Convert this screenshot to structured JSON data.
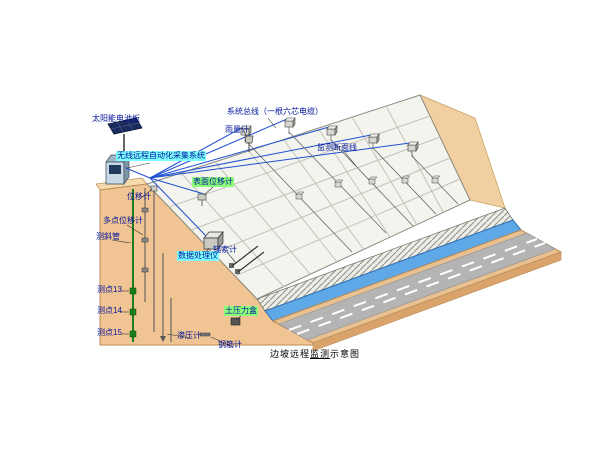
{
  "diagram": {
    "labels": {
      "solar_panel": "太阳能电池板",
      "system_bus": "系统总线（一根六芯电缆）",
      "rain_gauge": "雨量计",
      "monitor_section": "监测断面线",
      "wireless_system": "无线远程自动化采集系统",
      "surface_displacement": "表面位移计",
      "displacement": "位移计",
      "multipoint_displacement": "多点位移计",
      "inclinometer_tube": "测斜管",
      "data_processor": "数据处理仪",
      "anchor_cable": "锚索计",
      "point13": "测点13",
      "point14": "测点14",
      "point15": "测点15",
      "earth_pressure": "土压力盒",
      "seepage": "渗压计",
      "rebar": "钢筋计"
    },
    "caption": {
      "part1": "边坡远程",
      "part2": "监测",
      "part3": "示意图"
    },
    "colors": {
      "soil": "#F0C593",
      "soil_shadow": "#D9A36B",
      "grid_face": "#F4F4EF",
      "grid_line": "#C2C2B8",
      "water": "#5FA8E8",
      "asphalt": "#B4B4B4",
      "lane_marking": "#FFFFFF",
      "bus_cable": "#1F4FD0",
      "inclinometer_green": "#1B7E1B",
      "highlight_cyan": "#7DFFFF",
      "highlight_green": "#8CFF7A",
      "label_text": "#001399",
      "solar_panel": "#1A2B5E"
    }
  }
}
